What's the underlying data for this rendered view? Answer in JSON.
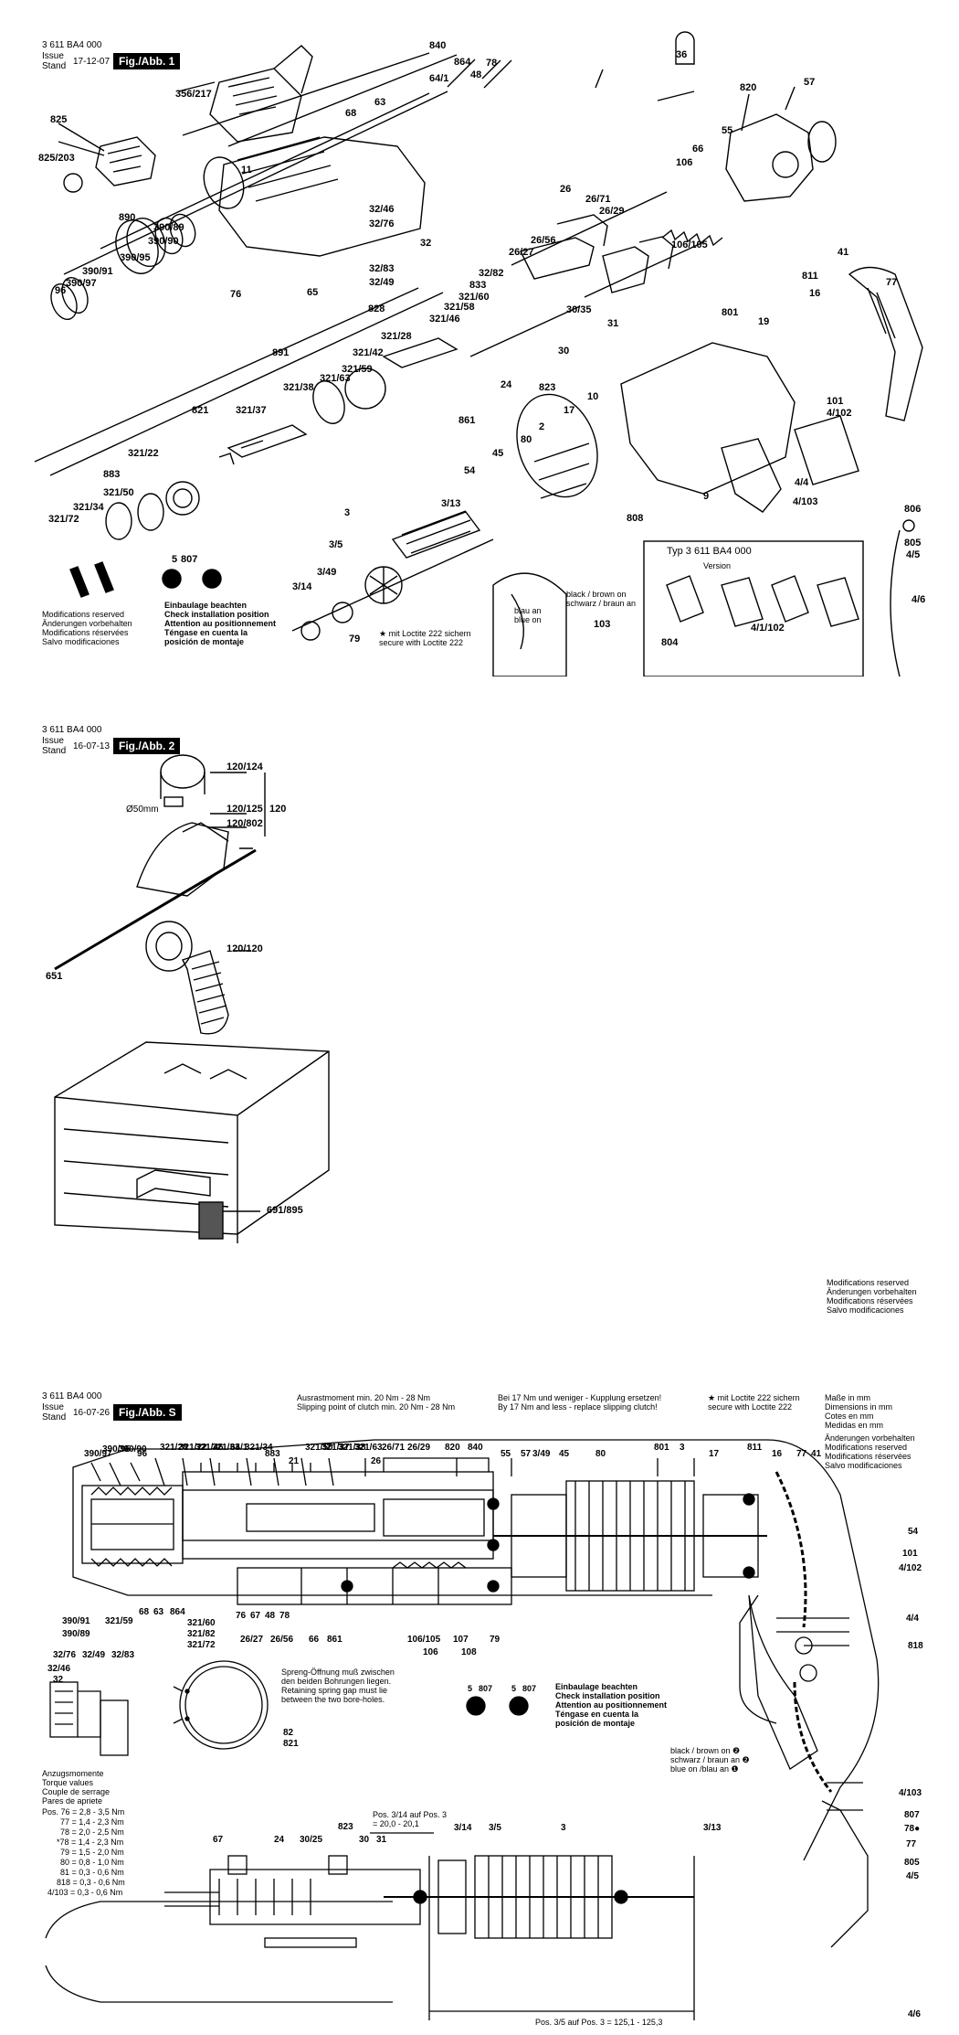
{
  "sheet1": {
    "doc_number": "3 611 BA4 000",
    "issue_label": "Issue",
    "stand_label": "Stand",
    "issue_date": "17-12-07",
    "fig_tag": "Fig./Abb. 1",
    "labels": [
      "840",
      "864",
      "78",
      "36",
      "825",
      "825/203",
      "356/217",
      "68",
      "63",
      "64/1",
      "48",
      "820",
      "57",
      "55",
      "66",
      "106",
      "11",
      "890",
      "390/89",
      "390/95",
      "390/90",
      "390/91",
      "390/97",
      "96",
      "76",
      "26",
      "26/71",
      "26/56",
      "26/29",
      "26/27",
      "106/105",
      "32/46",
      "32/76",
      "32",
      "32/83",
      "32/49",
      "65",
      "833",
      "32/82",
      "321/60",
      "321/58",
      "321/46",
      "828",
      "321/42",
      "321/28",
      "321/59",
      "321/63",
      "321/38",
      "891",
      "821",
      "321/37",
      "321/22",
      "883",
      "321/50",
      "321/34",
      "321/72",
      "5",
      "807",
      "54",
      "45",
      "2",
      "80",
      "3",
      "3/13",
      "3/5",
      "3/14",
      "3/49",
      "79",
      "30/35",
      "30",
      "31",
      "24",
      "823",
      "861",
      "10",
      "17",
      "41",
      "77",
      "811",
      "16",
      "19",
      "801",
      "101",
      "4/102",
      "4/4",
      "4/103",
      "806",
      "805",
      "4/5",
      "4/6",
      "9",
      "808",
      "804",
      "4/1/102",
      "103"
    ],
    "notes": {
      "mods": "Modifications reserved\nÄnderungen vorbehalten\nModifications réservées\nSalvo modificaciones",
      "einbau": "Einbaulage beachten\nCheck installation position\nAttention au positionnement\nTéngase en cuenta la\nposición de montaje",
      "loctite": "★ mit Loctite 222 sichern\nsecure with Loctite 222",
      "typ": "Typ 3 611 BA4 000",
      "version_a": "Version",
      "wire_blau": "blau an\nblue on",
      "wire_black": "black / brown on\nschwarz / braun an"
    }
  },
  "sheet2": {
    "doc_number": "3 611 BA4 000",
    "issue_label": "Issue",
    "stand_label": "Stand",
    "issue_date": "16-07-13",
    "fig_tag": "Fig./Abb. 2",
    "labels": [
      "120/124",
      "Ø50mm",
      "120/125",
      "120",
      "120/802",
      "651",
      "120/120",
      "691/895"
    ],
    "mods": "Modifications reserved\nÄnderungen vorbehalten\nModifications réservées\nSalvo modificaciones"
  },
  "sheet3": {
    "doc_number": "3 611 BA4 000",
    "issue_label": "Issue",
    "stand_label": "Stand",
    "issue_date": "16-07-26",
    "fig_tag": "Fig./Abb. S",
    "head_slip": "Ausrastmoment min. 20 Nm - 28 Nm\nSlipping point of clutch min. 20 Nm - 28 Nm",
    "head_clutch": "Bei 17 Nm und weniger - Kupplung ersetzen!\nBy 17 Nm and less - replace slipping clutch!",
    "head_loctite": "★ mit Loctite 222 sichern\nsecure with Loctite 222",
    "head_dims": "Maße in mm\nDimensions in mm\nCotes en mm\nMedidas en mm",
    "head_mods": "Änderungen vorbehalten\nModifications reserved\nModifications réservées\nSalvo modificaciones",
    "top_labels": [
      "390/97",
      "390/95",
      "390/90",
      "96",
      "321/28",
      "321/22",
      "321/46",
      "321/33",
      "64/1",
      "321/34",
      "883",
      "21",
      "321/50",
      "321/37",
      "321/38",
      "321/63",
      "26",
      "26/71",
      "26/29",
      "820",
      "840",
      "55",
      "57",
      "3/49",
      "45",
      "80",
      "801",
      "3",
      "17",
      "811",
      "16",
      "77",
      "41"
    ],
    "bottom_labels": [
      "390/91",
      "390/89",
      "321/59",
      "68",
      "63",
      "864",
      "321/60",
      "321/82",
      "321/72",
      "76",
      "67",
      "48",
      "78",
      "26/27",
      "26/56",
      "66",
      "861",
      "106/105",
      "107",
      "79",
      "106",
      "108"
    ],
    "right_labels": [
      "54",
      "101",
      "4/102",
      "4/4",
      "818",
      "4/103",
      "807",
      "78●",
      "77",
      "805",
      "4/5",
      "4/6"
    ],
    "spring_note": "Spreng-Öffnung muß zwischen\nden beiden Bohrungen liegen.\nRetaining spring gap must lie\nbetween the two bore-holes.",
    "spring_labels": [
      "82",
      "821"
    ],
    "einbau": "Einbaulage beachten\nCheck installation position\nAttention au positionnement\nTéngase en cuenta la\nposición de montaje",
    "wire_note": "black / brown on ❷\nschwarz / braun an ❷\nblue on /blau an ❶",
    "left_labels": [
      "32/76",
      "32/49",
      "32/83",
      "32/46",
      "32"
    ],
    "torque_title": "Anzugsmomente\nTorque values\nCouple de serrage\nPares de apriete",
    "torque": [
      "Pos. 76 = 2,8 - 3,5 Nm",
      "77 = 1,4 - 2,3 Nm",
      "78 = 2,0 - 2,5 Nm",
      "*78 = 1,4 - 2,3 Nm",
      "79 = 1,5 - 2,0 Nm",
      "80 = 0,8 - 1,0 Nm",
      "81 = 0,3 - 0,6 Nm",
      "818 = 0,3 - 0,6 Nm",
      "4/103 = 0,3 - 0,6 Nm"
    ],
    "pos_314": "Pos. 3/14 auf Pos. 3\n= 20,0 - 20,1",
    "pos_35": "Pos. 3/5 auf Pos. 3 = 125,1 - 125,3",
    "lower_labels": [
      "67",
      "24",
      "30/25",
      "823",
      "30",
      "31",
      "3/14",
      "3/5",
      "3",
      "3/13"
    ],
    "five_807": [
      "5",
      "807",
      "5",
      "807"
    ]
  }
}
